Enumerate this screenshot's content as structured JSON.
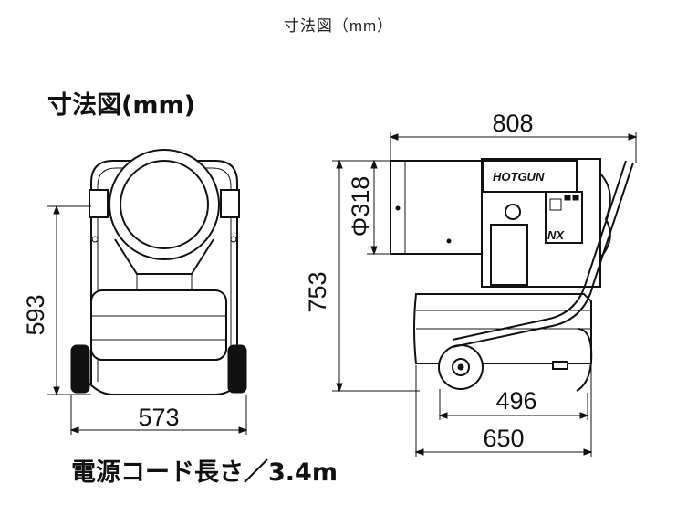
{
  "header": {
    "title": "寸法図（mm）"
  },
  "figure": {
    "title": "寸法図(mm)",
    "dimensions": {
      "front_height": "593",
      "front_width": "573",
      "side_length": "808",
      "side_height": "753",
      "duct_diameter": "Φ318",
      "wheelbase": "496",
      "base_length": "650"
    },
    "cord_length": "電源コード長さ／3.4m",
    "logo_text": "HOTGUN",
    "badge_text": "NX"
  }
}
